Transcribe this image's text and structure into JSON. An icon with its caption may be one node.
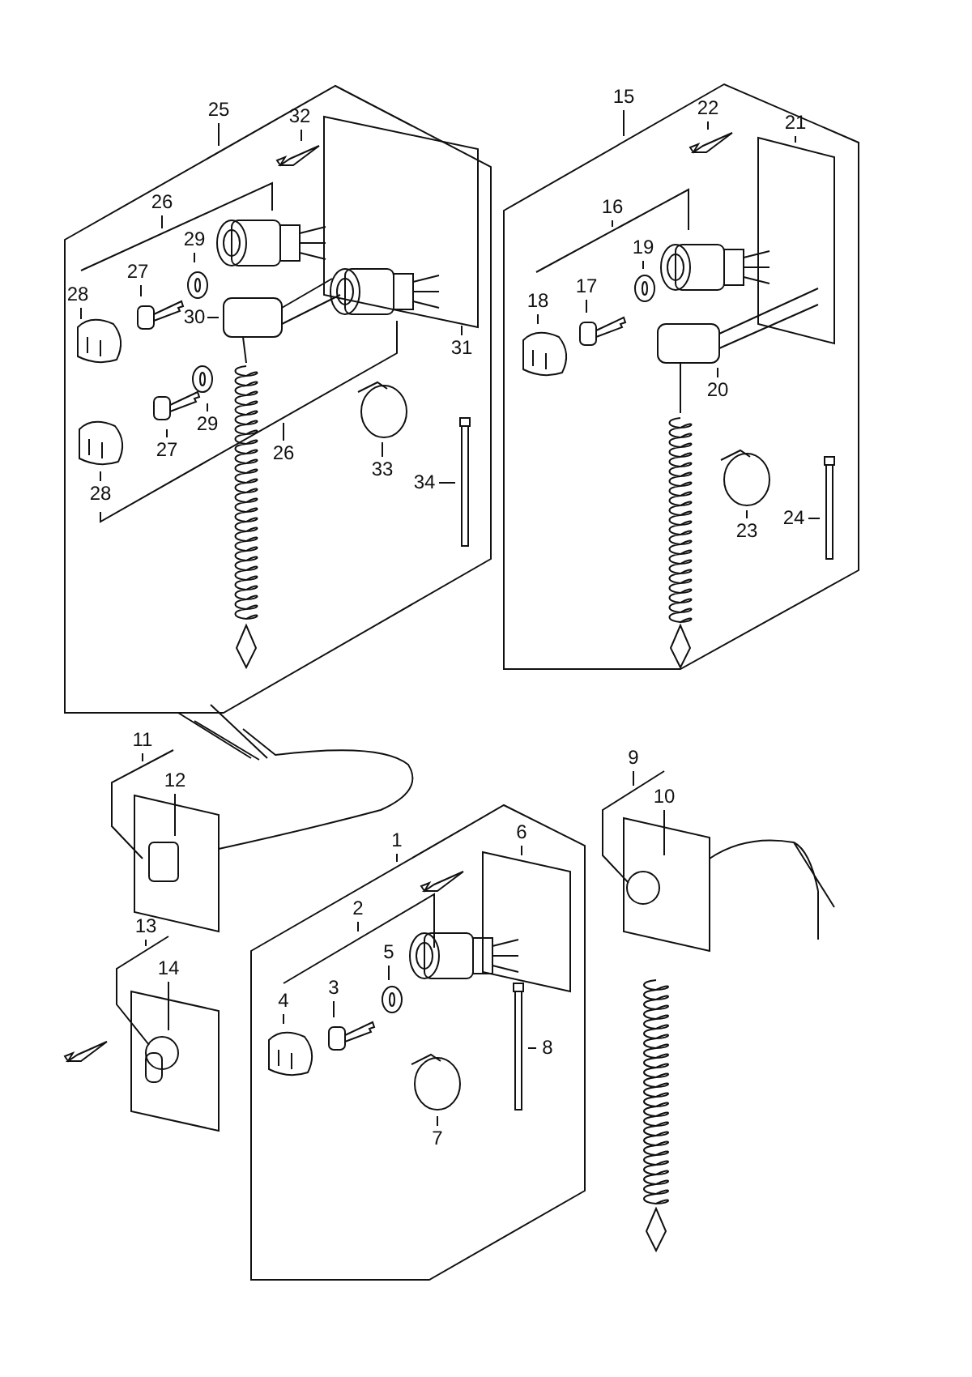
{
  "diagram": {
    "nodes": [
      {
        "text": [
          "25"
        ]
      },
      {
        "text": [
          "32"
        ]
      },
      {
        "text": [
          "15"
        ]
      },
      {
        "text": [
          "22"
        ]
      },
      {
        "text": [
          "21"
        ]
      },
      {
        "text": [
          "26"
        ]
      },
      {
        "text": [
          "16"
        ]
      },
      {
        "text": [
          "29"
        ]
      },
      {
        "text": [
          "19"
        ]
      },
      {
        "text": [
          "27"
        ]
      },
      {
        "text": [
          "17"
        ]
      },
      {
        "text": [
          "28"
        ]
      },
      {
        "text": [
          "18"
        ]
      },
      {
        "text": [
          "30"
        ]
      },
      {
        "text": [
          "31"
        ]
      },
      {
        "text": [
          "20"
        ]
      },
      {
        "text": [
          "29"
        ]
      },
      {
        "text": [
          "27"
        ]
      },
      {
        "text": [
          "26"
        ]
      },
      {
        "text": [
          "33"
        ]
      },
      {
        "text": [
          "34"
        ]
      },
      {
        "text": [
          "28"
        ]
      },
      {
        "text": [
          "24"
        ]
      },
      {
        "text": [
          "23"
        ]
      },
      {
        "text": [
          "11"
        ]
      },
      {
        "text": [
          "9"
        ]
      },
      {
        "text": [
          "12"
        ]
      },
      {
        "text": [
          "10"
        ]
      },
      {
        "text": [
          "1"
        ]
      },
      {
        "text": [
          "6"
        ]
      },
      {
        "text": [
          "2"
        ]
      },
      {
        "text": [
          "13"
        ]
      },
      {
        "text": [
          "5"
        ]
      },
      {
        "text": [
          "14"
        ]
      },
      {
        "text": [
          "3"
        ]
      },
      {
        "text": [
          "4"
        ]
      },
      {
        "text": [
          "8"
        ]
      },
      {
        "text": [
          "7"
        ]
      }
    ],
    "edges": [
      {
        "from": 0,
        "to": null,
        "arrow": "none"
      },
      {
        "from": 1,
        "to": null,
        "arrow": "none"
      },
      {
        "from": 2,
        "to": null,
        "arrow": "none"
      },
      {
        "from": 3,
        "to": null,
        "arrow": "none"
      },
      {
        "from": 4,
        "to": null,
        "arrow": "none"
      },
      {
        "from": 5,
        "to": null,
        "arrow": "none"
      },
      {
        "from": 6,
        "to": null,
        "arrow": "none"
      },
      {
        "from": 7,
        "to": null,
        "arrow": "none"
      },
      {
        "from": 8,
        "to": null,
        "arrow": "none"
      },
      {
        "from": 9,
        "to": null,
        "arrow": "none"
      },
      {
        "from": 10,
        "to": null,
        "arrow": "none"
      },
      {
        "from": 11,
        "to": null,
        "arrow": "none"
      },
      {
        "from": 12,
        "to": null,
        "arrow": "none"
      },
      {
        "from": 13,
        "to": null,
        "arrow": "none"
      },
      {
        "from": 14,
        "to": null,
        "arrow": "none"
      },
      {
        "from": 15,
        "to": null,
        "arrow": "none"
      },
      {
        "from": 16,
        "to": null,
        "arrow": "none"
      },
      {
        "from": 17,
        "to": null,
        "arrow": "none"
      },
      {
        "from": 18,
        "to": null,
        "arrow": "none"
      },
      {
        "from": 19,
        "to": null,
        "arrow": "none"
      },
      {
        "from": 20,
        "to": null,
        "arrow": "none"
      },
      {
        "from": 21,
        "to": null,
        "arrow": "none"
      },
      {
        "from": 22,
        "to": null,
        "arrow": "none"
      },
      {
        "from": 23,
        "to": null,
        "arrow": "none"
      },
      {
        "from": 24,
        "to": null,
        "arrow": "none"
      },
      {
        "from": 25,
        "to": null,
        "arrow": "none"
      },
      {
        "from": 26,
        "to": null,
        "arrow": "none"
      },
      {
        "from": 27,
        "to": null,
        "arrow": "none"
      },
      {
        "from": 28,
        "to": null,
        "arrow": "none"
      },
      {
        "from": 29,
        "to": null,
        "arrow": "none"
      },
      {
        "from": 30,
        "to": null,
        "arrow": "none"
      },
      {
        "from": 31,
        "to": null,
        "arrow": "none"
      },
      {
        "from": 32,
        "to": null,
        "arrow": "none"
      },
      {
        "from": 33,
        "to": null,
        "arrow": "none"
      },
      {
        "from": 34,
        "to": null,
        "arrow": "none"
      },
      {
        "from": 35,
        "to": null,
        "arrow": "none"
      },
      {
        "from": 36,
        "to": null,
        "arrow": "none"
      },
      {
        "from": 37,
        "to": null,
        "arrow": "none"
      }
    ]
  }
}
